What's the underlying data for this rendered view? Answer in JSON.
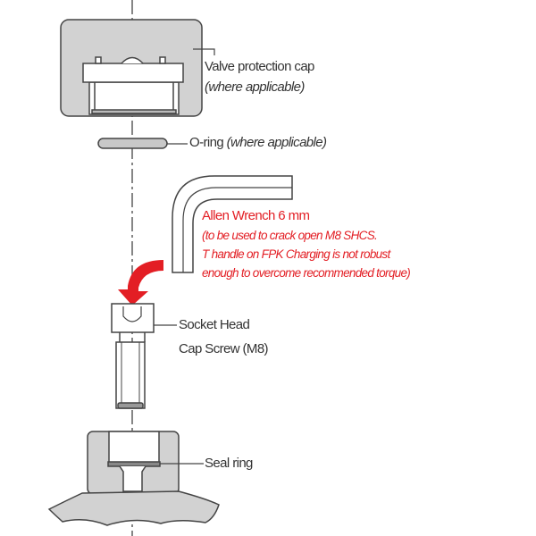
{
  "colors": {
    "accent_red": "#e31e24",
    "part_gray": "#d2d2d2",
    "line": "#444444"
  },
  "labels": {
    "cap_title": "Valve protection cap",
    "cap_note": "(where applicable)",
    "oring": "O-ring",
    "oring_note": "(where applicable)",
    "wrench_title": "Allen Wrench 6 mm",
    "wrench_note_1": "(to be used to crack open M8 SHCS.",
    "wrench_note_2": "T handle on FPK Charging is not robust",
    "wrench_note_3": "enough to overcome recommended torque)",
    "screw_1": "Socket Head",
    "screw_2": "Cap Screw (M8)",
    "seal": "Seal ring"
  }
}
